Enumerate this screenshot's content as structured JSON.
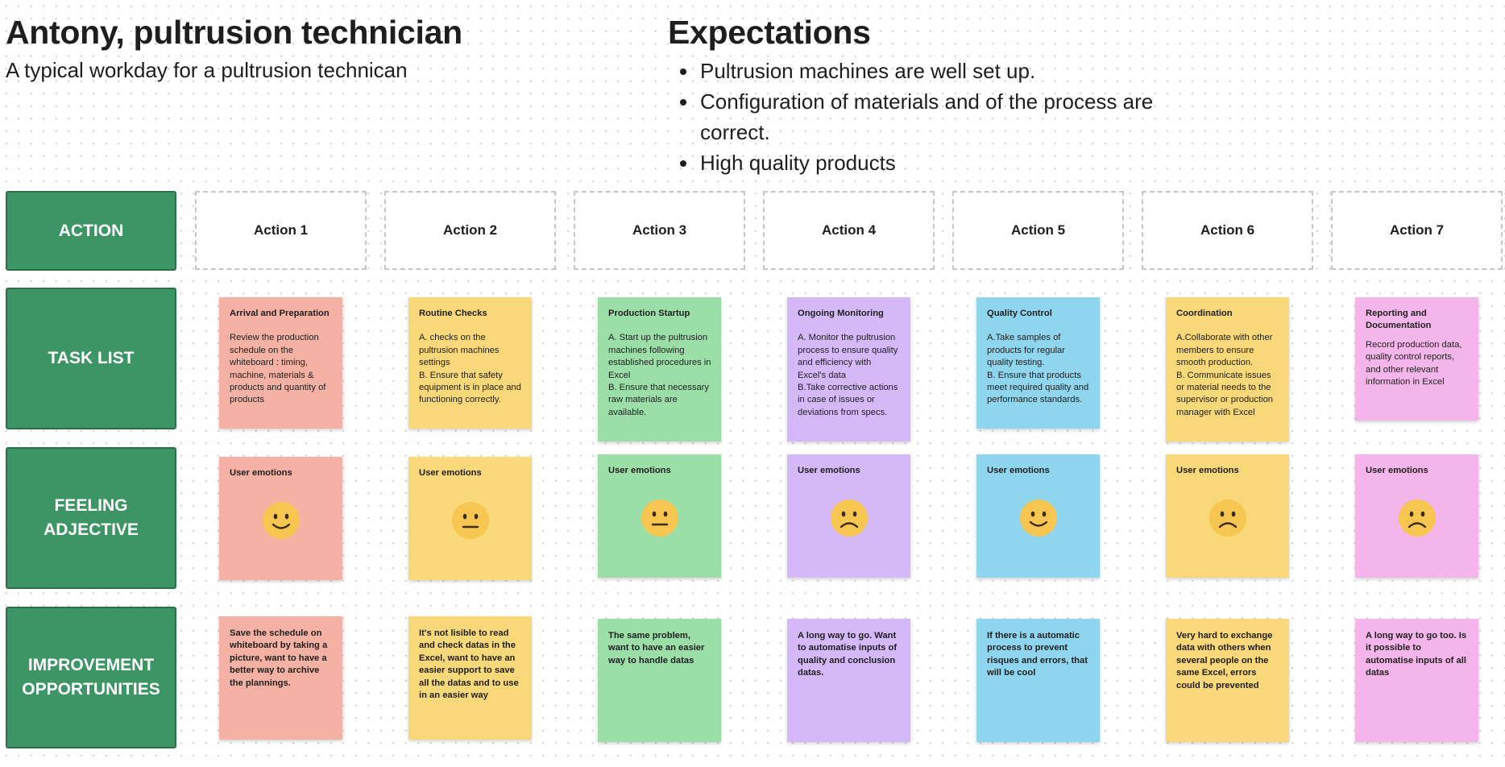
{
  "header": {
    "title": "Antony, pultrusion technician",
    "subtitle": "A typical workday for a pultrusion technican"
  },
  "expectations": {
    "title": "Expectations",
    "items": [
      "Pultrusion machines are well set up.",
      "Configuration of materials and of the process are correct.",
      "High quality products"
    ]
  },
  "rows": {
    "action": "ACTION",
    "task_list": "TASK LIST",
    "feeling": "FEELING\nADJECTIVE",
    "improvement": "IMPROVEMENT\nOPPORTUNITIES"
  },
  "actions": [
    "Action 1",
    "Action 2",
    "Action 3",
    "Action 4",
    "Action 5",
    "Action 6",
    "Action 7"
  ],
  "colors": {
    "row_header": "#3d9566",
    "red": "#f4b1a4",
    "yellow": "#f8d879",
    "green": "#9cdea7",
    "purple": "#d5b8f7",
    "blue": "#8fd5ee",
    "pink": "#f4b6ea",
    "emoji": "#f6c650"
  },
  "tasks": [
    {
      "title": "Arrival and Preparation",
      "body": "Review the production schedule on the whiteboard : timing, machine, materials & products and quantity of products"
    },
    {
      "title": "Routine Checks",
      "body": "A. checks on the pultrusion machines settings\nB. Ensure that safety equipment is in place and functioning correctly."
    },
    {
      "title": "Production Startup",
      "body": "A. Start up the pultrusion machines following established procedures in Excel\nB. Ensure that necessary raw materials are available."
    },
    {
      "title": "Ongoing Monitoring",
      "body": "A. Monitor the pultrusion process to ensure quality and efficiency with Excel's data\nB.Take corrective actions in case of issues or deviations from specs."
    },
    {
      "title": "Quality Control",
      "body": "A.Take samples of products for regular quality testing.\nB. Ensure that products meet required quality and performance standards."
    },
    {
      "title": "Coordination",
      "body": "A.Collaborate with other members  to ensure smooth production.\nB. Communicate issues or material needs to the supervisor or production manager with Excel"
    },
    {
      "title": "Reporting and Documentation",
      "body": "Record production data, quality control reports, and other relevant information in Excel"
    }
  ],
  "emotions": [
    {
      "label": "User emotions",
      "icon": "slightly-smiling-face-icon"
    },
    {
      "label": "User emotions",
      "icon": "neutral-face-icon"
    },
    {
      "label": "User emotions",
      "icon": "neutral-face-icon"
    },
    {
      "label": "User emotions",
      "icon": "slightly-frowning-face-icon"
    },
    {
      "label": "User emotions",
      "icon": "slightly-smiling-face-icon"
    },
    {
      "label": "User emotions",
      "icon": "slightly-frowning-face-icon"
    },
    {
      "label": "User emotions",
      "icon": "slightly-frowning-face-icon"
    }
  ],
  "improvements": [
    "Save the schedule on whiteboard by taking a picture,  want to have a better way to archive the plannings.",
    "It's not lisible to read and check datas in the Excel, want to have an easier support to save all the datas and to use in an easier way",
    "The same problem, want to have an easier way to handle datas",
    "A long way to go. Want to automatise inputs of quality and conclusion datas.",
    "If there is a automatic process to prevent risques and errors, that will be cool",
    "Very hard to exchange data with others when several people on the same Excel,  errors could be prevented",
    "A long way to go too. Is it possible to automatise inputs of all datas"
  ]
}
